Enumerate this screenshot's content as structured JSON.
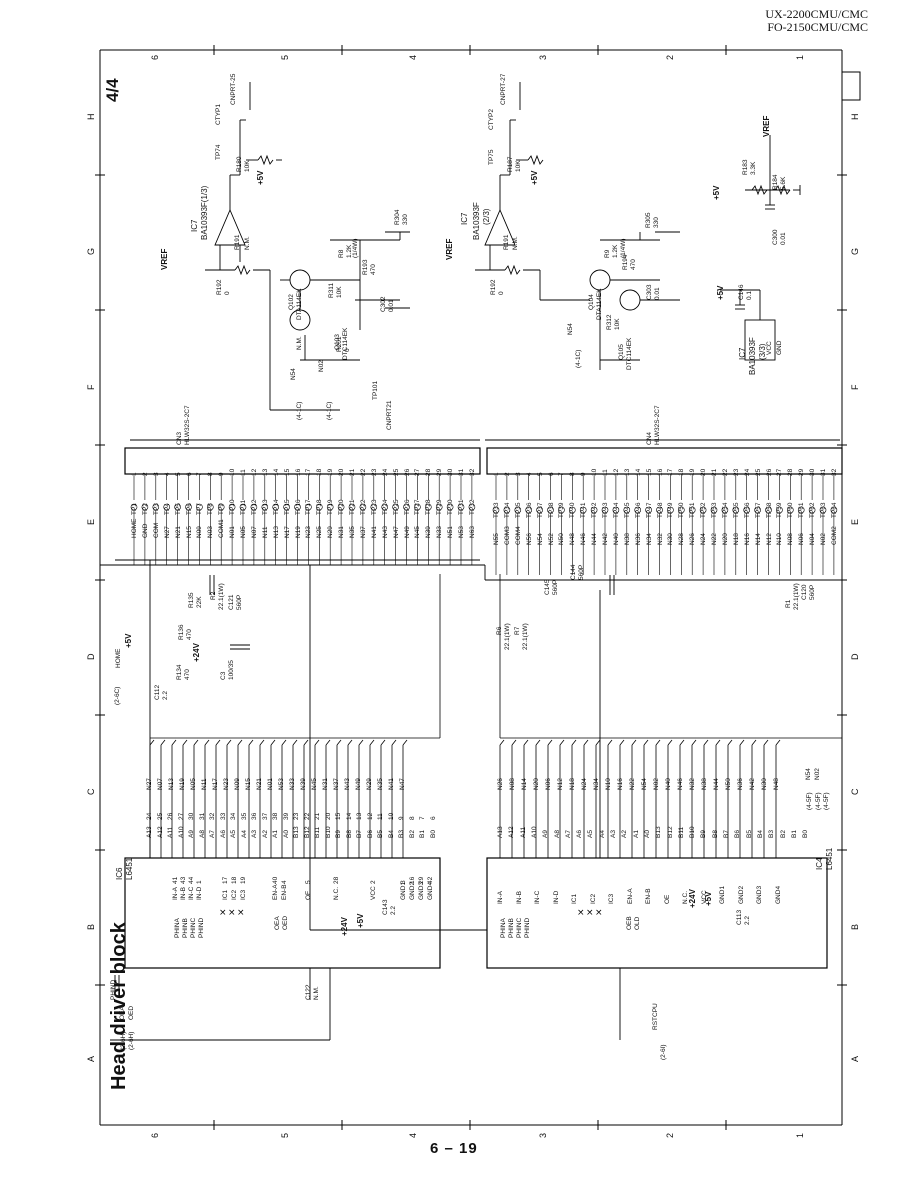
{
  "header": {
    "model_line1": "UX-2200CMU/CMC",
    "model_line2": "FO-2150CMU/CMC"
  },
  "page_number": "6 – 19",
  "diagram": {
    "title": "Head driver block",
    "sheet_index": "4/4",
    "grid_columns_top": [
      "6",
      "5",
      "4",
      "3",
      "2",
      "1"
    ],
    "grid_columns_bottom": [
      "6",
      "5",
      "4",
      "3",
      "2",
      "1"
    ],
    "grid_rows_left": [
      "A",
      "B",
      "C",
      "D",
      "E",
      "F",
      "G",
      "H"
    ],
    "grid_rows_right": [
      "A",
      "B",
      "C",
      "D",
      "E",
      "F",
      "G",
      "H"
    ],
    "ic6": {
      "ref": "IC6",
      "part": "L6451",
      "left_pins": [
        "IN-A",
        "IN-B",
        "IN-C",
        "IN-D",
        "IC1",
        "IC2",
        "IC3",
        "EN-A",
        "EN-B",
        "OE",
        "N.C.",
        "VCC",
        "GND1",
        "GND2",
        "GND3",
        "GND4"
      ],
      "left_nums": [
        "41",
        "43",
        "44",
        "1",
        "17",
        "18",
        "19",
        "40",
        "4",
        "5",
        "28",
        "2",
        "3",
        "16",
        "29",
        "42"
      ],
      "right_pins": [
        "A13",
        "A12",
        "A11",
        "A10",
        "A9",
        "A8",
        "A7",
        "A6",
        "A5",
        "A4",
        "A3",
        "A2",
        "A1",
        "A0",
        "B13",
        "B12",
        "B11",
        "B10",
        "B9",
        "B8",
        "B7",
        "B6",
        "B5",
        "B4",
        "B3",
        "B2",
        "B1",
        "B0"
      ],
      "right_nums": [
        "24",
        "25",
        "26",
        "27",
        "30",
        "31",
        "32",
        "33",
        "34",
        "35",
        "36",
        "37",
        "38",
        "39",
        "23",
        "22",
        "21",
        "20",
        "15",
        "14",
        "13",
        "12",
        "11",
        "10",
        "9",
        "8",
        "7",
        "6"
      ],
      "nets": [
        "N27",
        "N07",
        "N13",
        "N19",
        "N05",
        "N11",
        "N17",
        "N23",
        "N09",
        "N15",
        "N21",
        "N01",
        "N53",
        "N33",
        "N39",
        "N45",
        "N31",
        "N37",
        "N43",
        "N49",
        "N29",
        "N35",
        "N41",
        "N47"
      ]
    },
    "ic4": {
      "ref": "IC4",
      "part": "L6451",
      "nets": [
        "N26",
        "N08",
        "N14",
        "N20",
        "N06",
        "N12",
        "N18",
        "N24",
        "N34",
        "N10",
        "N16",
        "N22",
        "N54",
        "N02",
        "N40",
        "N46",
        "N32",
        "N38",
        "N44",
        "N50",
        "N36",
        "N42",
        "N30",
        "N48"
      ]
    },
    "cn3": {
      "ref": "CN3",
      "part": "HLW32S-2C7",
      "signals": [
        "HOME",
        "GND",
        "COM",
        "N27",
        "N21",
        "N15",
        "N09",
        "N03",
        "COM1",
        "N01",
        "N05",
        "N07",
        "N11",
        "N13",
        "N17",
        "N19",
        "N23",
        "N25",
        "N29",
        "N31",
        "N35",
        "N37",
        "N41",
        "N43",
        "N47",
        "N49",
        "N45",
        "N39",
        "N33",
        "N51",
        "N53",
        "N63"
      ],
      "tps": [
        "TP1",
        "TP2",
        "TP3",
        "TP4",
        "TP5",
        "TP6",
        "TP7",
        "TP8",
        "TP9",
        "TP10",
        "TP11",
        "TP12",
        "TP13",
        "TP14",
        "TP15",
        "TP16",
        "TP17",
        "TP18",
        "TP19",
        "TP20",
        "TP21",
        "TP22",
        "TP23",
        "TP24",
        "TP25",
        "TP26",
        "TP27",
        "TP28",
        "TP29",
        "TP30",
        "TP31",
        "TP32"
      ]
    },
    "cn4": {
      "ref": "CN4",
      "part": "HLW32S-2C7",
      "signals": [
        "N55",
        "COM3",
        "COM4",
        "N56",
        "N54",
        "N52",
        "N50",
        "N48",
        "N46",
        "N44",
        "N42",
        "N40",
        "N38",
        "N36",
        "N34",
        "N32",
        "N30",
        "N28",
        "N26",
        "N24",
        "N22",
        "N20",
        "N18",
        "N16",
        "N14",
        "N12",
        "N10",
        "N08",
        "N06",
        "N04",
        "N02",
        "COM2"
      ],
      "tps": [
        "TP33",
        "TP34",
        "TP35",
        "TP36",
        "TP37",
        "TP38",
        "TP39",
        "TP40",
        "TP41",
        "TP42",
        "TP43",
        "TP44",
        "TP45",
        "TP46",
        "TP47",
        "TP48",
        "TP49",
        "TP50",
        "TP51",
        "TP52",
        "TP53",
        "TP54",
        "TP55",
        "TP56",
        "TP57",
        "TP58",
        "TP59",
        "TP60",
        "TP61",
        "TP62",
        "TP63",
        "TP64"
      ]
    },
    "ic7_1": {
      "ref": "IC7",
      "part": "BA10393F(1/3)",
      "test_point": "TP74",
      "signal": "CTYP1",
      "dest": "CNPRT-25"
    },
    "ic7_2": {
      "ref": "IC7",
      "part": "BA10393F",
      "sub": "(2/3)",
      "test_point": "TP75",
      "signal": "CTYP2",
      "dest": "CNPRT-27"
    },
    "ic7_3": {
      "ref": "IC7",
      "part": "BA10393F",
      "sub": "(3/3)",
      "vcc": "VCC",
      "gnd": "GND",
      "pin_vcc": "8",
      "pin_gnd": "4"
    },
    "labels": {
      "vref": "VREF",
      "plus5v": "+5V",
      "plus24v": "+24V",
      "home": "HOME",
      "phasa": "PHINA",
      "phasb": "PHINB",
      "phasc": "PHINC",
      "phasd": "PHIND",
      "oea": "OEA",
      "oeb": "OEB",
      "oed": "OED",
      "old": "OLD",
      "rstcpu": "RSTCPU",
      "q102": "Q102",
      "q102p": "DTA114EK",
      "q103": "Q103",
      "q103p": "DTC114EK",
      "q104": "Q104",
      "q104p": "DTA114EK",
      "q105": "Q105",
      "q105p": "DTC114EK",
      "r180": "R180",
      "r180v": "10K",
      "r187": "R187",
      "r187v": "10K",
      "r183": "R183",
      "r183v": "3.3K",
      "r184": "R184",
      "r184v": "5.6K",
      "c300": "C300",
      "c300v": "0.01",
      "c146": "C146",
      "c146v": "0.1",
      "r135": "R135",
      "r135v": "22K",
      "r136": "R136",
      "r136v": "470",
      "r134": "R134",
      "r134v": "470",
      "c112": "C112",
      "c112v": "2.2",
      "c3": "C3",
      "c3v": "100/35",
      "c121": "C121",
      "c121v": "560P",
      "r2": "R2",
      "r2v": "22.1(1W)",
      "r1": "R1",
      "r1v": "22.1(1W)",
      "c120": "C120",
      "c120v": "560P",
      "c144": "C144",
      "c144v": "560P",
      "c145": "C145",
      "c145v": "560P",
      "r6": "R6",
      "r6v": "22.1(1W)",
      "r7": "R7",
      "r7v": "22.1(1W)",
      "c143": "C143",
      "c143v": "2.2",
      "c113": "C113",
      "c113v": "2.2",
      "c122": "C122",
      "c122v": "N.M.",
      "tp101": "TP101",
      "cnprt21": "CNPRT21",
      "n54": "N54",
      "n02": "N02",
      "r201": "R201",
      "r201v": "0",
      "nm": "N.M.",
      "r191": "R191",
      "r192": "R192",
      "r192v": "0",
      "r311": "R311",
      "r311v": "10K",
      "r312": "R312",
      "r312v": "10K",
      "r8": "R8",
      "r8v": "1.2K",
      "r9": "R9",
      "r9v": "1.2K",
      "r193": "R193",
      "r193v": "470",
      "r194": "R194",
      "r194v": "470",
      "r304": "R304",
      "r304v": "330",
      "r305": "R305",
      "r305v": "330",
      "c302": "C302",
      "c302v": "0.01",
      "c303": "C303",
      "c303v": "0.01",
      "r1_4w": "(1/4W)",
      "ref_4_1c": "(4-1C)",
      "ref_2_6c": "(2-6C)",
      "ref_2_6h": "(2-6H)",
      "ref_2_6i": "(2-6I)",
      "ref_4_5f": "(4-5F)"
    }
  }
}
